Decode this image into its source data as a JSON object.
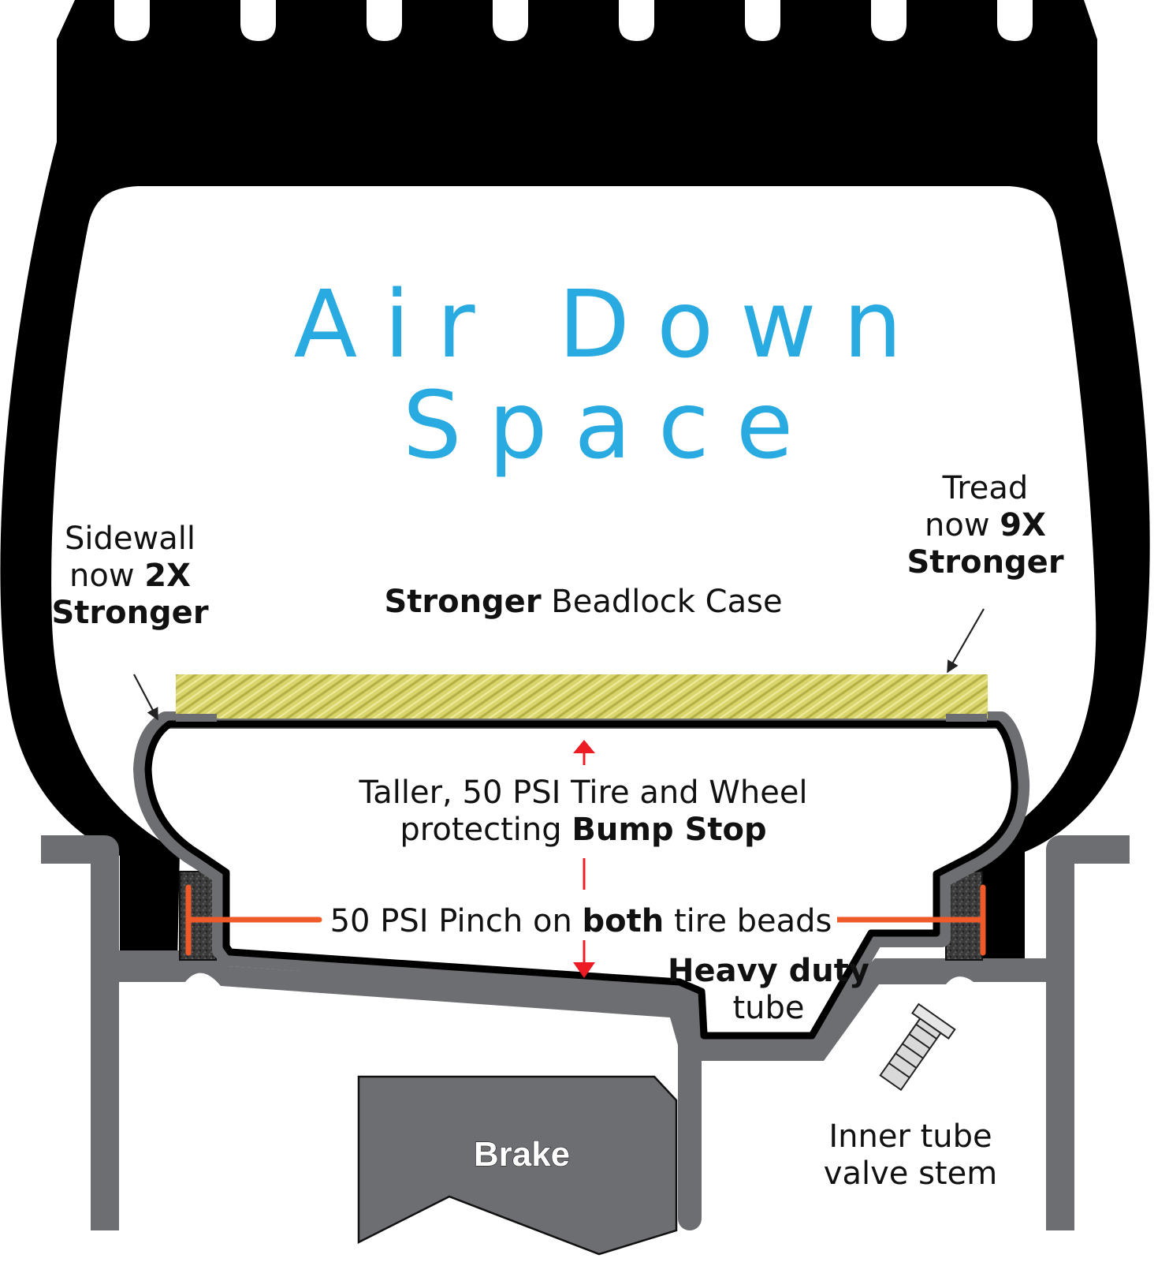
{
  "title": {
    "line1": "Air Down",
    "line2": "Space"
  },
  "labels": {
    "sidewall": {
      "l1": "Sidewall",
      "l2_pre": "now ",
      "l2_bold": "2X",
      "l3_bold": "Stronger"
    },
    "tread": {
      "l1": "Tread",
      "l2_pre": "now ",
      "l2_bold": "9X",
      "l3_bold": "Stronger"
    },
    "beadlock": {
      "bold": "Stronger",
      "rest": " Beadlock Case"
    },
    "taller": {
      "l1": "Taller, 50 PSI Tire and Wheel",
      "l2_pre": "protecting ",
      "l2_bold": "Bump Stop"
    },
    "pinch": {
      "pre": "50 PSI Pinch on ",
      "bold": "both",
      "post": " tire beads"
    },
    "heavy_duty": {
      "l1_bold": "Heavy duty",
      "l2": "tube"
    },
    "valve_stem": {
      "l1": "Inner tube",
      "l2": "valve stem"
    },
    "brake": "Brake"
  },
  "colors": {
    "tire": "#000000",
    "wheel": "#6d6e71",
    "title": "#29abe2",
    "accent": "#f05a28",
    "arrow": "#ed1c24",
    "beadlock": "#d8d46a"
  }
}
